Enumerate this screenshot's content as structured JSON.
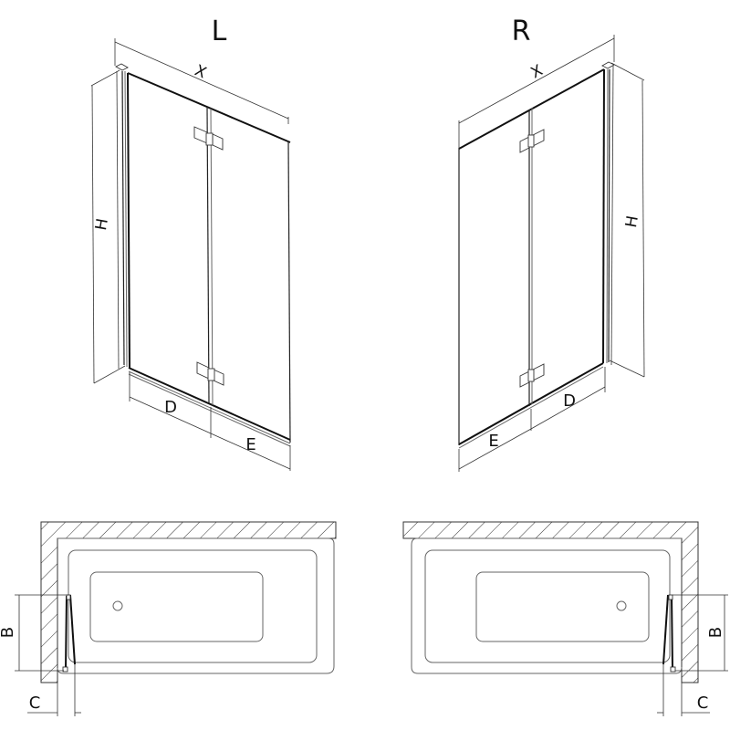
{
  "views": {
    "left": {
      "title": "L",
      "dimensions": {
        "width": "X",
        "height": "H",
        "fixed_panel": "D",
        "folding_panel": "E"
      }
    },
    "right": {
      "title": "R",
      "dimensions": {
        "width": "X",
        "height": "H",
        "fixed_panel": "D",
        "folding_panel": "E"
      }
    }
  },
  "plans": {
    "left": {
      "dimensions": {
        "depth": "B",
        "offset": "C"
      }
    },
    "right": {
      "dimensions": {
        "depth": "B",
        "offset": "C"
      }
    }
  },
  "colors": {
    "line": "#222222",
    "background": "#ffffff",
    "hatch": "#333333"
  }
}
